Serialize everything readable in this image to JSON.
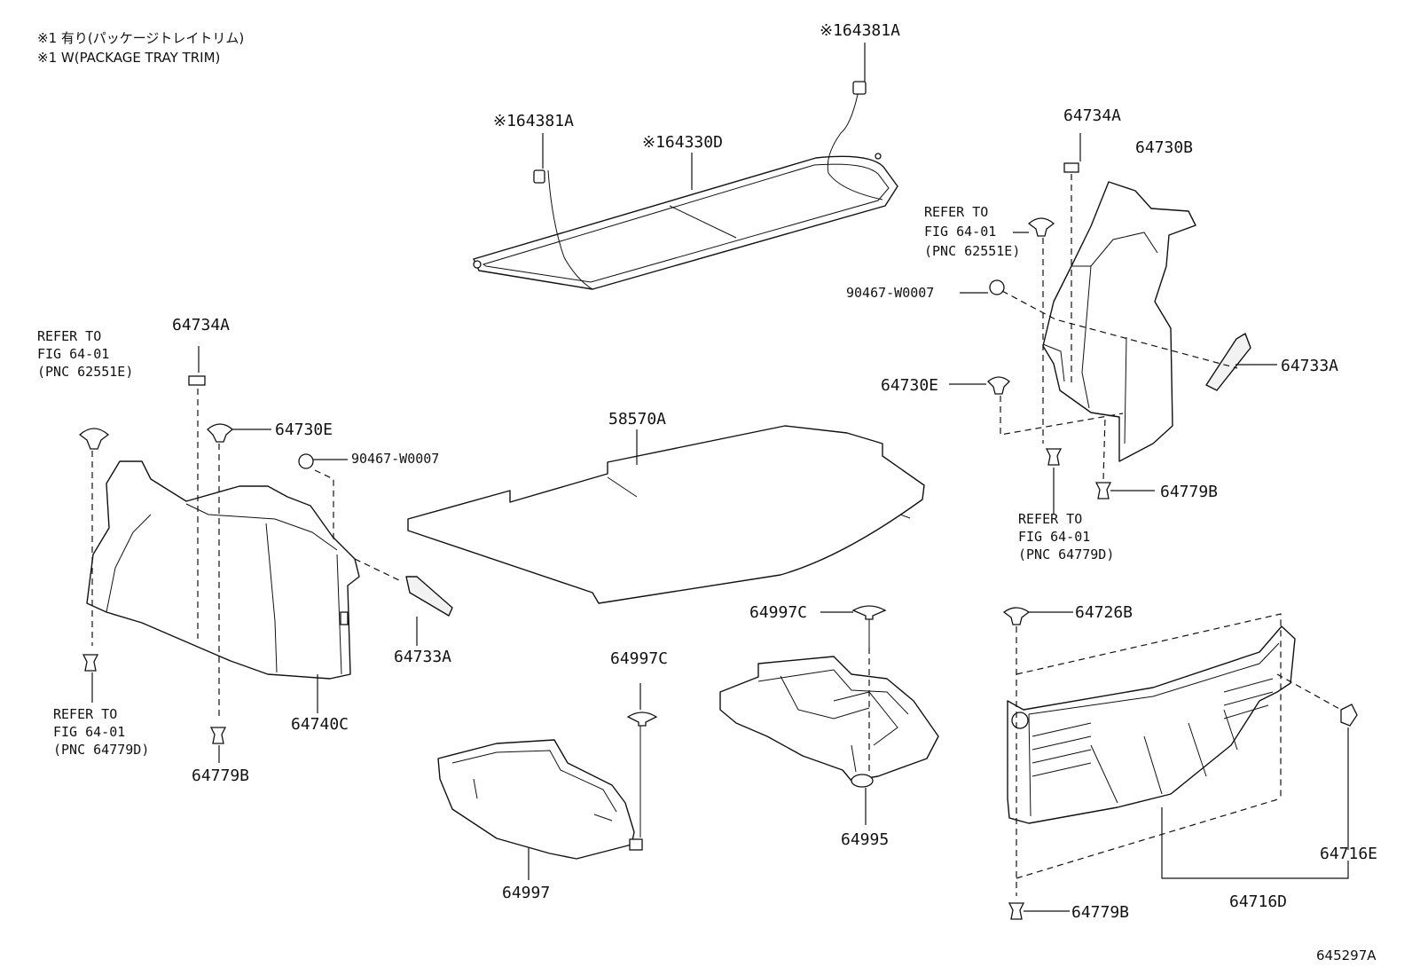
{
  "notes": {
    "line1": "※1 有り(パッケージトレイトリム)",
    "line2": "※1 W(PACKAGE TRAY TRIM)"
  },
  "labels": {
    "p64381A_top": "※164381A",
    "p64381A_left": "※164381A",
    "p64330D": "※164330D",
    "p64734A_right": "64734A",
    "p64730B": "64730B",
    "refer_right_top": [
      "REFER TO",
      "FIG 64-01",
      "(PNC 62551E)"
    ],
    "p90467_right": "90467-W0007",
    "p64733A_right": "64733A",
    "p64730E_right": "64730E",
    "p64779B_right": "64779B",
    "refer_right_bottom": [
      "REFER TO",
      "FIG 64-01",
      "(PNC 64779D)"
    ],
    "refer_left_top": [
      "REFER TO",
      "FIG 64-01",
      "(PNC 62551E)"
    ],
    "p64734A_left": "64734A",
    "p64730E_left": "64730E",
    "p90467_left": "90467-W0007",
    "p58570A": "58570A",
    "p64733A_left": "64733A",
    "p64740C": "64740C",
    "refer_left_bottom": [
      "REFER TO",
      "FIG 64-01",
      "(PNC 64779D)"
    ],
    "p64779B_left": "64779B",
    "p64997C_mid": "64997C",
    "p64997C_left": "64997C",
    "p64997": "64997",
    "p64995": "64995",
    "p64726B": "64726B",
    "p64716E": "64716E",
    "p64716D": "64716D",
    "p64779B_bottom": "64779B",
    "figure_id": "645297A"
  }
}
